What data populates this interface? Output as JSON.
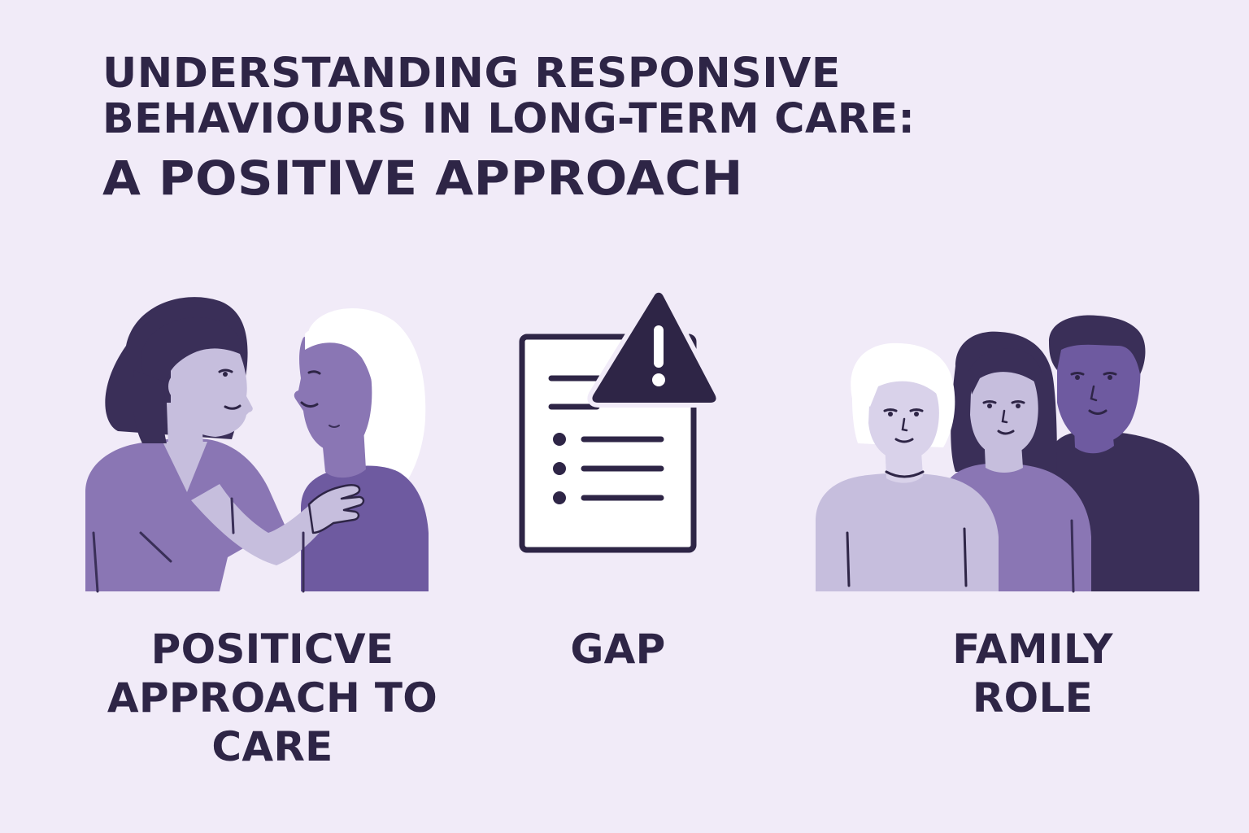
{
  "title": {
    "line1": "UNDERSTANDING RESPONSIVE",
    "line2": "BEHAVIOURS IN LONG-TERM CARE:",
    "line3": "A POSITIVE APPROACH"
  },
  "sections": [
    {
      "caption": "POSITICVE\nAPPROACH TO\nCARE",
      "icon": "caregiver-comforting-resident-illustration"
    },
    {
      "caption": "GAP",
      "icon": "document-warning-icon"
    },
    {
      "caption": "FAMILY\nROLE",
      "icon": "family-group-illustration"
    }
  ],
  "colors": {
    "background": "#f1ebf8",
    "text": "#2e2546",
    "dark_purple": "#3a2f58",
    "mid_purple": "#8a76b4",
    "deep_purple": "#6e5aa0",
    "light_purple": "#c6bedd",
    "pale_purple": "#d9d2ea",
    "white_hair": "#ffffff"
  }
}
